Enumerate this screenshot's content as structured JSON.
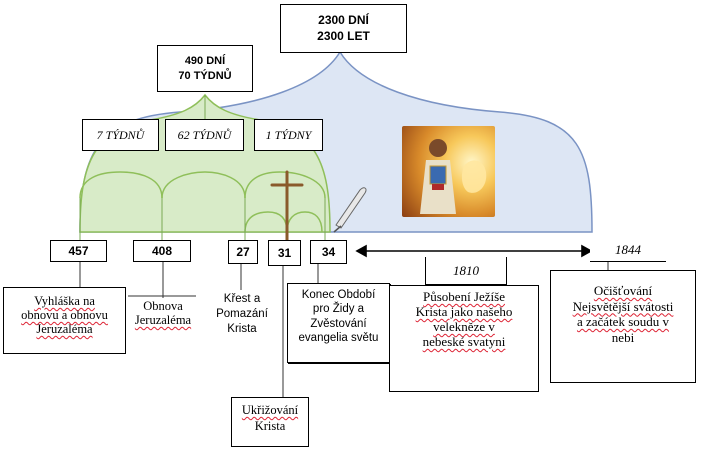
{
  "top_box": {
    "line1": "2300 DNÍ",
    "line2": "2300 LET"
  },
  "mid_box": {
    "line1": "490 DNÍ",
    "line2": "70 TÝDNŮ"
  },
  "weeks": {
    "w7": "7 TÝDNŮ",
    "w62": "62 TÝDNŮ",
    "w1": "1 TÝDNY"
  },
  "years": {
    "y457": "457",
    "y408": "408",
    "y27": "27",
    "y31": "31",
    "y34": "34",
    "y1810": "1810",
    "y1844": "1844"
  },
  "events": {
    "e457": [
      "Vyhláška na",
      "obnovu a obnovu",
      "Jeruzaléma"
    ],
    "e408": [
      "Obnova",
      "Jeruzaléma"
    ],
    "e27": [
      "Křest a",
      "Pomazání",
      "Krista"
    ],
    "e31": [
      "Ukřižování",
      "Krista"
    ],
    "e34": [
      "Konec Období",
      "pro Židy a",
      "Zvěstování",
      "evangelia světu"
    ],
    "e1810": [
      "Působení Ježíše",
      "Krista jako našeho",
      "velekněze v",
      "nebeské svatyni"
    ],
    "e1844": [
      "Očišťování",
      "Nejsvětější svátosti",
      "a začátek soudu v",
      "nebi"
    ]
  },
  "colors": {
    "dome_outer": "#dde6f4",
    "dome_inner": "#d8ebc8",
    "line_green": "#8fbf5a",
    "line_blue": "#7a93c4",
    "cross": "#8a5a2b"
  }
}
